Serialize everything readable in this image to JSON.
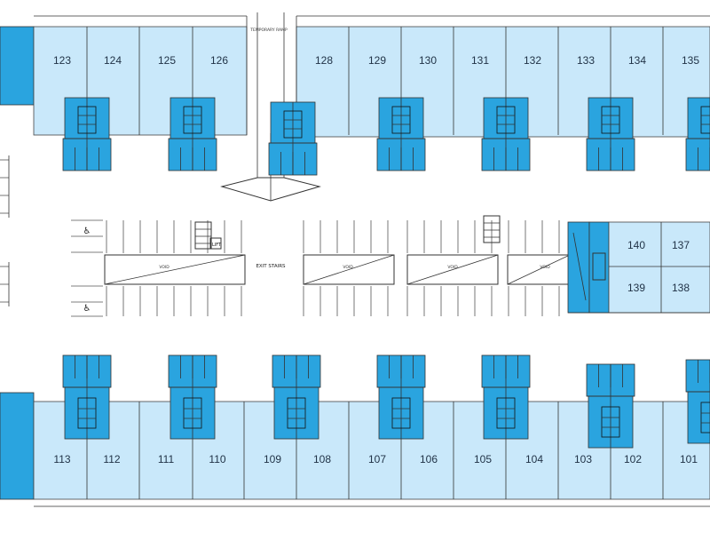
{
  "units_top": [
    {
      "id": "u123",
      "label": "123"
    },
    {
      "id": "u124",
      "label": "124"
    },
    {
      "id": "u125",
      "label": "125"
    },
    {
      "id": "u126",
      "label": "126"
    },
    {
      "id": "u128",
      "label": "128"
    },
    {
      "id": "u129",
      "label": "129"
    },
    {
      "id": "u130",
      "label": "130"
    },
    {
      "id": "u131",
      "label": "131"
    },
    {
      "id": "u132",
      "label": "132"
    },
    {
      "id": "u133",
      "label": "133"
    },
    {
      "id": "u134",
      "label": "134"
    },
    {
      "id": "u135",
      "label": "135"
    }
  ],
  "units_bottom": [
    {
      "id": "u113",
      "label": "113"
    },
    {
      "id": "u112",
      "label": "112"
    },
    {
      "id": "u111",
      "label": "111"
    },
    {
      "id": "u110",
      "label": "110"
    },
    {
      "id": "u109",
      "label": "109"
    },
    {
      "id": "u108",
      "label": "108"
    },
    {
      "id": "u107",
      "label": "107"
    },
    {
      "id": "u106",
      "label": "106"
    },
    {
      "id": "u105",
      "label": "105"
    },
    {
      "id": "u104",
      "label": "104"
    },
    {
      "id": "u103",
      "label": "103"
    },
    {
      "id": "u102",
      "label": "102"
    },
    {
      "id": "u101",
      "label": "101"
    }
  ],
  "units_island": [
    {
      "id": "u140",
      "label": "140"
    },
    {
      "id": "u137",
      "label": "137"
    },
    {
      "id": "u139",
      "label": "139"
    },
    {
      "id": "u138",
      "label": "138"
    }
  ],
  "labels": {
    "ramp": "TEMPORARY RAMP",
    "lift": "LIFT",
    "exit_stairs": "EXIT STAIRS",
    "void": "VOID",
    "accessible_symbol": "♿"
  },
  "colors": {
    "unit_fill": "#c9e8fa",
    "core_fill": "#2aa4df",
    "line": "#333333"
  }
}
